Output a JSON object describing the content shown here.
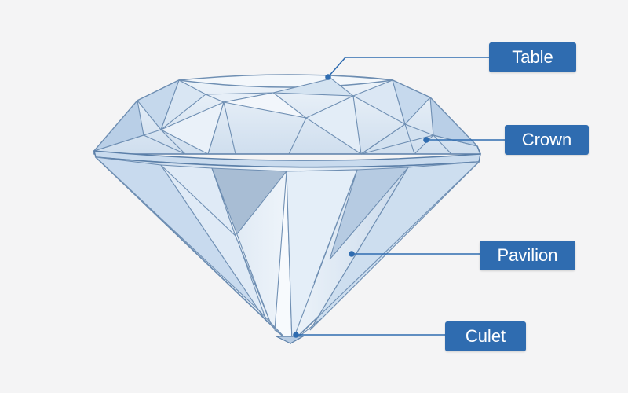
{
  "labels": {
    "table": "Table",
    "crown": "Crown",
    "pavilion": "Pavilion",
    "culet": "Culet"
  },
  "colors": {
    "background": "#f4f4f5",
    "label_fill": "#2f6cb0",
    "label_text": "#ffffff",
    "leader_line": "#2f6cb0",
    "gem_outline": "#5b7fa8",
    "gem_light": "#e6eff8",
    "gem_mid": "#c7d9ec",
    "gem_dark": "#98b4d2"
  }
}
